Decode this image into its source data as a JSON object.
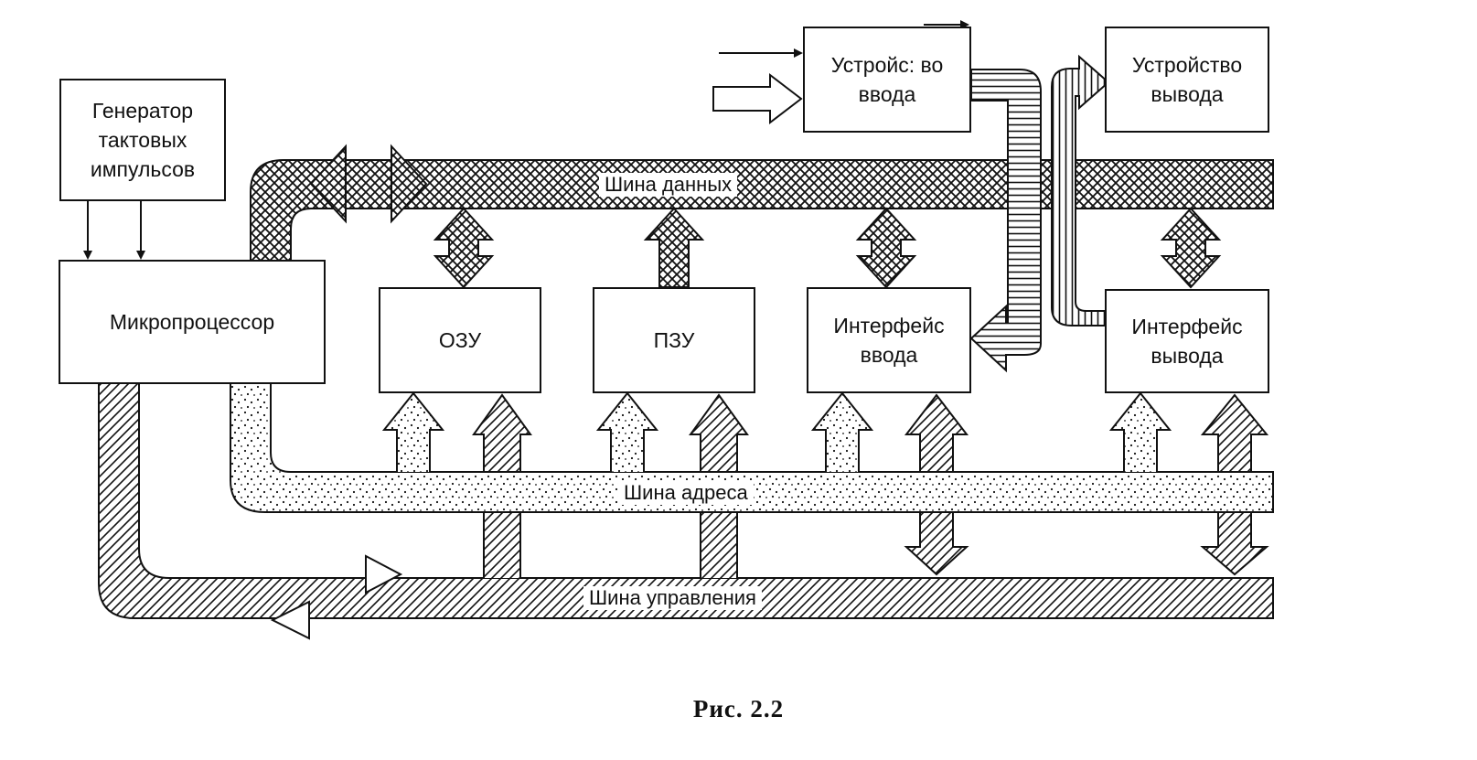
{
  "blocks": {
    "clock": "Генератор\nтактовых\nимпульсов",
    "cpu": "Микропроцессор",
    "ram": "ОЗУ",
    "rom": "ПЗУ",
    "input_interface": "Интерфейс\nввода",
    "output_interface": "Интерфейс\nвывода",
    "input_device": "Устройс: во\nввода",
    "output_device": "Устройство\nвывода"
  },
  "buses": {
    "data": "Шина данных",
    "address": "Шина адреса",
    "control": "Шина управления"
  },
  "caption": "Рис. 2.2"
}
